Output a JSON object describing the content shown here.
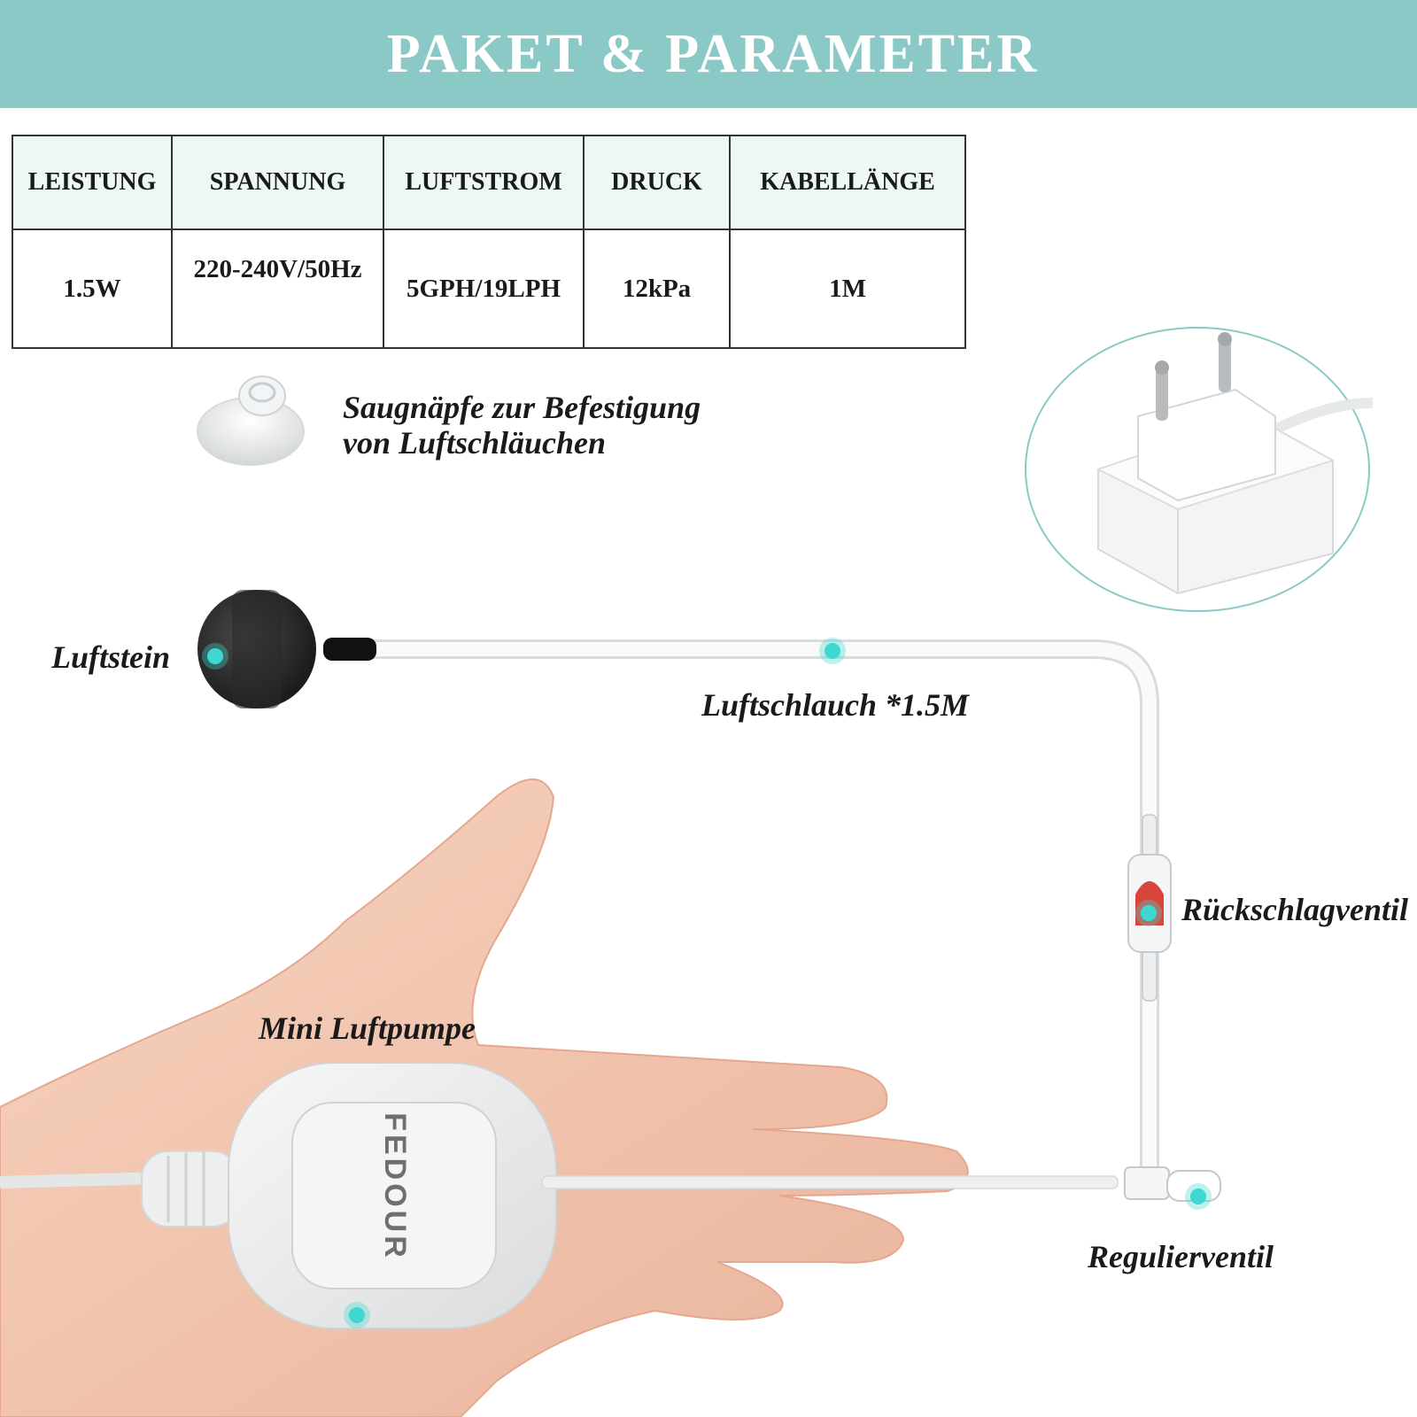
{
  "header": {
    "title": "PAKET & PARAMETER"
  },
  "table": {
    "headers": [
      "LEISTUNG",
      "SPANNUNG",
      "LUFTSTROM",
      "DRUCK",
      "KABELLÄNGE"
    ],
    "values": [
      "1.5W",
      "220-240V/50Hz",
      "5GPH/19LPH",
      "12kPa",
      "1M"
    ]
  },
  "labels": {
    "suction_cups_line1": "Saugnäpfe zur Befestigung",
    "suction_cups_line2": "von Luftschläuchen",
    "air_stone": "Luftstein",
    "air_hose": "Luftschlauch *1.5M",
    "check_valve": "Rückschlagventil",
    "mini_pump": "Mini Luftpumpe",
    "control_valve": "Regulierventil"
  },
  "brand": "FEDOUR",
  "colors": {
    "header_bg": "#8ac9c6",
    "accent_dot": "#3fd8d0",
    "header_cell_bg": "#edf7f6"
  }
}
